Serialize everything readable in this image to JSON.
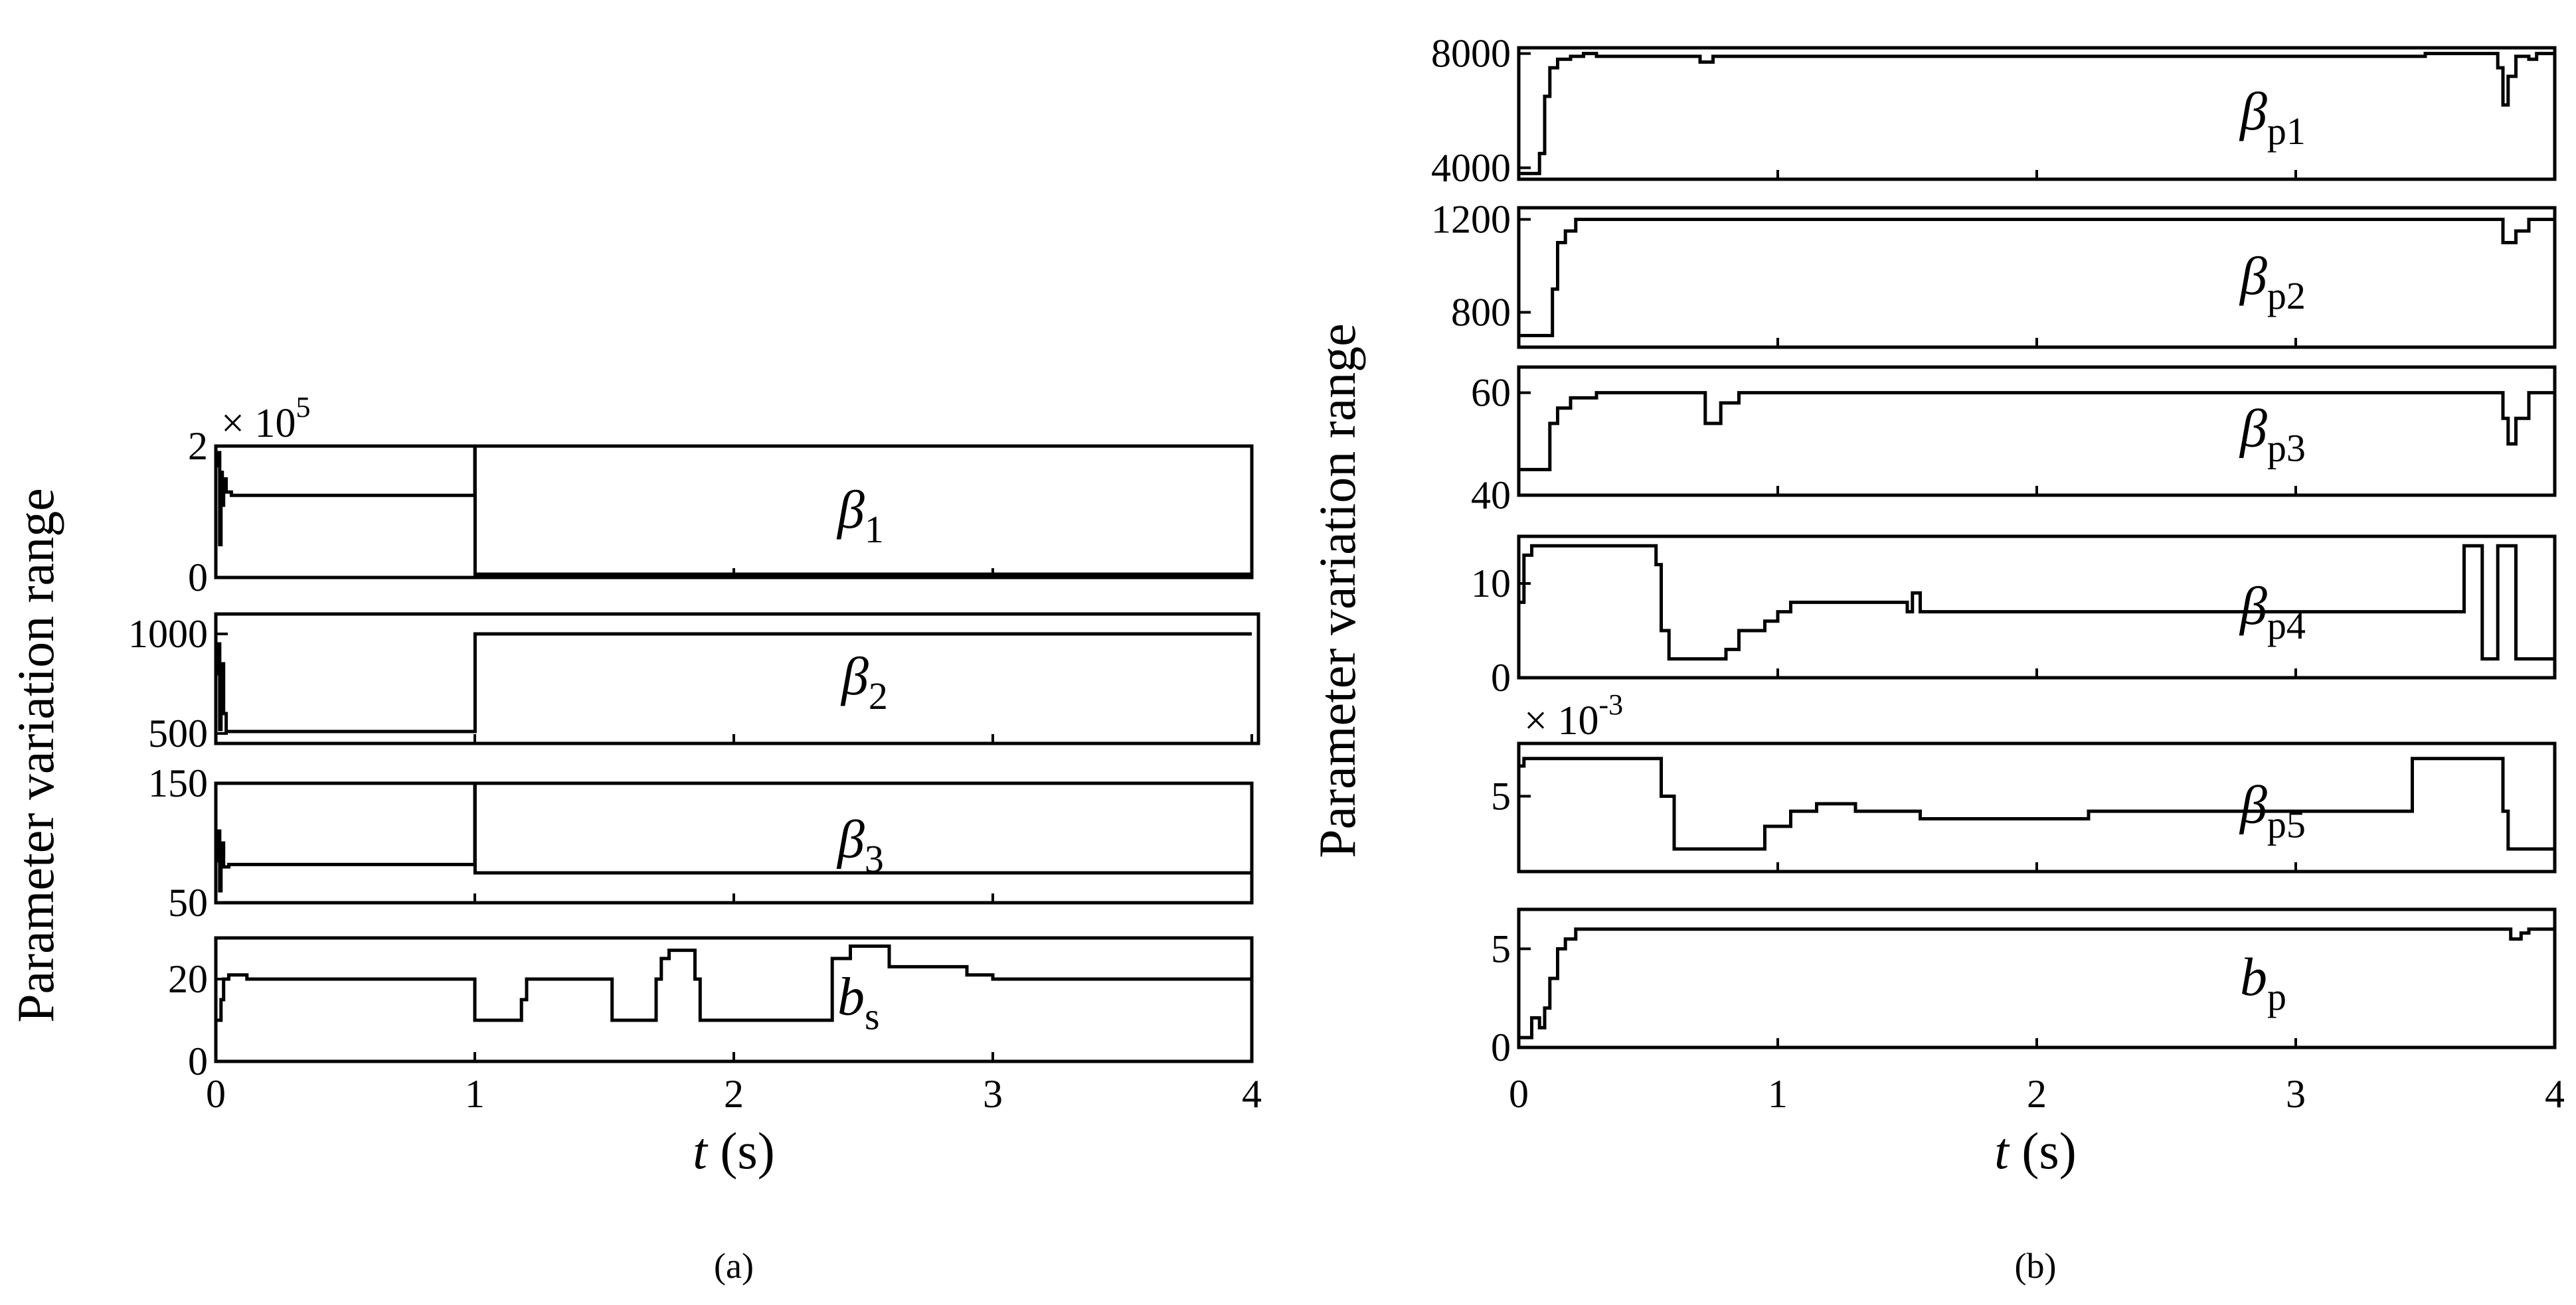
{
  "chart_data": [
    {
      "panel": "(a)",
      "type": "line",
      "xlabel_var": "t",
      "xlabel_unit": "(s)",
      "ylabel": "Parameter variation range",
      "xlim": [
        0,
        4
      ],
      "xticks": [
        "0",
        "1",
        "2",
        "3",
        "4"
      ],
      "caption": "(a)",
      "subplots": [
        {
          "name": "β",
          "sub": "1",
          "ylim": [
            0,
            2
          ],
          "yticks": [
            {
              "v": 0,
              "label": "0"
            },
            {
              "v": 2,
              "label": "2"
            }
          ],
          "multiplier_base": "× 10",
          "multiplier_exp": "5",
          "x": [
            0,
            0.01,
            0.015,
            0.02,
            0.025,
            0.03,
            0.04,
            0.06,
            0.99,
            1.0,
            1.001,
            4
          ],
          "y": [
            1.7,
            1.9,
            0.5,
            1.6,
            1.1,
            1.5,
            1.3,
            1.25,
            1.25,
            2.0,
            0.05,
            0.05
          ]
        },
        {
          "name": "β",
          "sub": "2",
          "ylim": [
            450,
            1100
          ],
          "yticks": [
            {
              "v": 500,
              "label": "500"
            },
            {
              "v": 1000,
              "label": "1000"
            }
          ],
          "x": [
            0,
            0.01,
            0.015,
            0.02,
            0.03,
            0.04,
            1.0,
            1.001,
            4
          ],
          "y": [
            800,
            950,
            520,
            850,
            600,
            510,
            510,
            1000,
            1000
          ]
        },
        {
          "name": "β",
          "sub": "3",
          "ylim": [
            50,
            150
          ],
          "yticks": [
            {
              "v": 50,
              "label": "50"
            },
            {
              "v": 150,
              "label": "150"
            }
          ],
          "x": [
            0,
            0.01,
            0.015,
            0.02,
            0.03,
            0.05,
            0.99,
            1.0,
            1.001,
            4
          ],
          "y": [
            85,
            110,
            60,
            100,
            80,
            82,
            82,
            150,
            75,
            75
          ]
        },
        {
          "name": "b",
          "sub": "s",
          "ylim": [
            0,
            30
          ],
          "yticks": [
            {
              "v": 0,
              "label": "0"
            },
            {
              "v": 20,
              "label": "20"
            }
          ],
          "x": [
            0,
            0.02,
            0.03,
            0.05,
            0.1,
            0.12,
            0.98,
            1.0,
            1.12,
            1.18,
            1.2,
            1.5,
            1.53,
            1.56,
            1.7,
            1.72,
            1.75,
            1.8,
            1.85,
            1.87,
            2.35,
            2.38,
            2.45,
            2.6,
            2.9,
            3.0,
            4.0
          ],
          "y": [
            10,
            15,
            20,
            21,
            21,
            20,
            20,
            10,
            10,
            15,
            20,
            20,
            10,
            10,
            20,
            25,
            27,
            27,
            20,
            10,
            10,
            25,
            28,
            23,
            21,
            20,
            20
          ]
        }
      ]
    },
    {
      "panel": "(b)",
      "type": "line",
      "xlabel_var": "t",
      "xlabel_unit": "(s)",
      "ylabel": "Parameter variation range",
      "xlim": [
        0,
        4
      ],
      "xticks": [
        "0",
        "1",
        "2",
        "3",
        "4"
      ],
      "caption": "(b)",
      "subplots": [
        {
          "name": "β",
          "sub": "p1",
          "ylim": [
            3600,
            8200
          ],
          "yticks": [
            {
              "v": 4000,
              "label": "4000"
            },
            {
              "v": 8000,
              "label": "8000"
            }
          ],
          "x": [
            0,
            0.05,
            0.08,
            0.1,
            0.12,
            0.15,
            0.2,
            0.25,
            0.3,
            0.6,
            0.7,
            0.75,
            3.4,
            3.5,
            3.75,
            3.78,
            3.8,
            3.82,
            3.85,
            3.9,
            3.93,
            4.0
          ],
          "y": [
            3800,
            3800,
            4500,
            6500,
            7500,
            7800,
            7900,
            8000,
            7900,
            7900,
            7700,
            7900,
            7900,
            8000,
            8000,
            7500,
            6200,
            7200,
            7900,
            7800,
            8000,
            8000
          ]
        },
        {
          "name": "β",
          "sub": "p2",
          "ylim": [
            650,
            1250
          ],
          "yticks": [
            {
              "v": 800,
              "label": "800"
            },
            {
              "v": 1200,
              "label": "1200"
            }
          ],
          "x": [
            0,
            0.1,
            0.13,
            0.15,
            0.18,
            0.22,
            0.3,
            3.75,
            3.8,
            3.85,
            3.9,
            4.0
          ],
          "y": [
            700,
            700,
            900,
            1100,
            1150,
            1200,
            1200,
            1200,
            1100,
            1150,
            1200,
            1200
          ]
        },
        {
          "name": "β",
          "sub": "p3",
          "ylim": [
            40,
            65
          ],
          "yticks": [
            {
              "v": 40,
              "label": "40"
            },
            {
              "v": 60,
              "label": "60"
            }
          ],
          "x": [
            0,
            0.1,
            0.12,
            0.15,
            0.2,
            0.3,
            0.65,
            0.72,
            0.78,
            0.85,
            3.75,
            3.8,
            3.82,
            3.85,
            3.9,
            4.0
          ],
          "y": [
            45,
            45,
            54,
            57,
            59,
            60,
            60,
            54,
            58,
            60,
            60,
            55,
            50,
            55,
            60,
            60
          ]
        },
        {
          "name": "β",
          "sub": "p4",
          "ylim": [
            0,
            15
          ],
          "yticks": [
            {
              "v": 0,
              "label": "0"
            },
            {
              "v": 10,
              "label": "10"
            }
          ],
          "x": [
            0,
            0.02,
            0.05,
            0.5,
            0.53,
            0.55,
            0.58,
            0.75,
            0.8,
            0.85,
            0.95,
            1.0,
            1.05,
            1.1,
            1.5,
            1.52,
            1.55,
            1.6,
            2.0,
            2.2,
            2.4,
            3.6,
            3.65,
            3.7,
            3.72,
            3.75,
            3.78,
            3.8,
            3.85,
            4.0
          ],
          "y": [
            8,
            13,
            14,
            14,
            12,
            5,
            2,
            2,
            3,
            5,
            6,
            7,
            8,
            8,
            7,
            9,
            7,
            7,
            7,
            7,
            7,
            7,
            14,
            14,
            2,
            2,
            14,
            14,
            2,
            2
          ]
        },
        {
          "name": "β",
          "sub": "p5",
          "ylim": [
            0,
            8.5
          ],
          "yticks": [
            {
              "v": 5,
              "label": "5"
            }
          ],
          "multiplier_base": "× 10",
          "multiplier_exp": "-3",
          "x": [
            0,
            0.02,
            0.05,
            0.1,
            0.15,
            0.2,
            0.5,
            0.55,
            0.6,
            0.85,
            0.95,
            1.05,
            1.15,
            1.3,
            1.5,
            1.55,
            1.8,
            2.0,
            2.2,
            2.3,
            3.4,
            3.45,
            3.75,
            3.8,
            3.82,
            4.0
          ],
          "y": [
            7,
            7.5,
            7.5,
            7.5,
            7.5,
            7.5,
            7.5,
            5,
            1.5,
            1.5,
            3,
            4,
            4.5,
            4,
            4,
            3.5,
            3.5,
            3.5,
            4,
            4,
            4,
            7.5,
            7.5,
            4,
            1.5,
            1.5
          ]
        },
        {
          "name": "b",
          "sub": "p",
          "ylim": [
            0,
            7
          ],
          "yticks": [
            {
              "v": 0,
              "label": "0"
            },
            {
              "v": 5,
              "label": "5"
            }
          ],
          "x": [
            0,
            0.05,
            0.08,
            0.1,
            0.12,
            0.15,
            0.18,
            0.22,
            0.3,
            3.8,
            3.83,
            3.87,
            3.9,
            4.0
          ],
          "y": [
            0.5,
            1.5,
            1.0,
            2.0,
            3.5,
            5.0,
            5.5,
            6.0,
            6.0,
            6.0,
            5.5,
            5.8,
            6.0,
            6.0
          ]
        }
      ]
    }
  ]
}
